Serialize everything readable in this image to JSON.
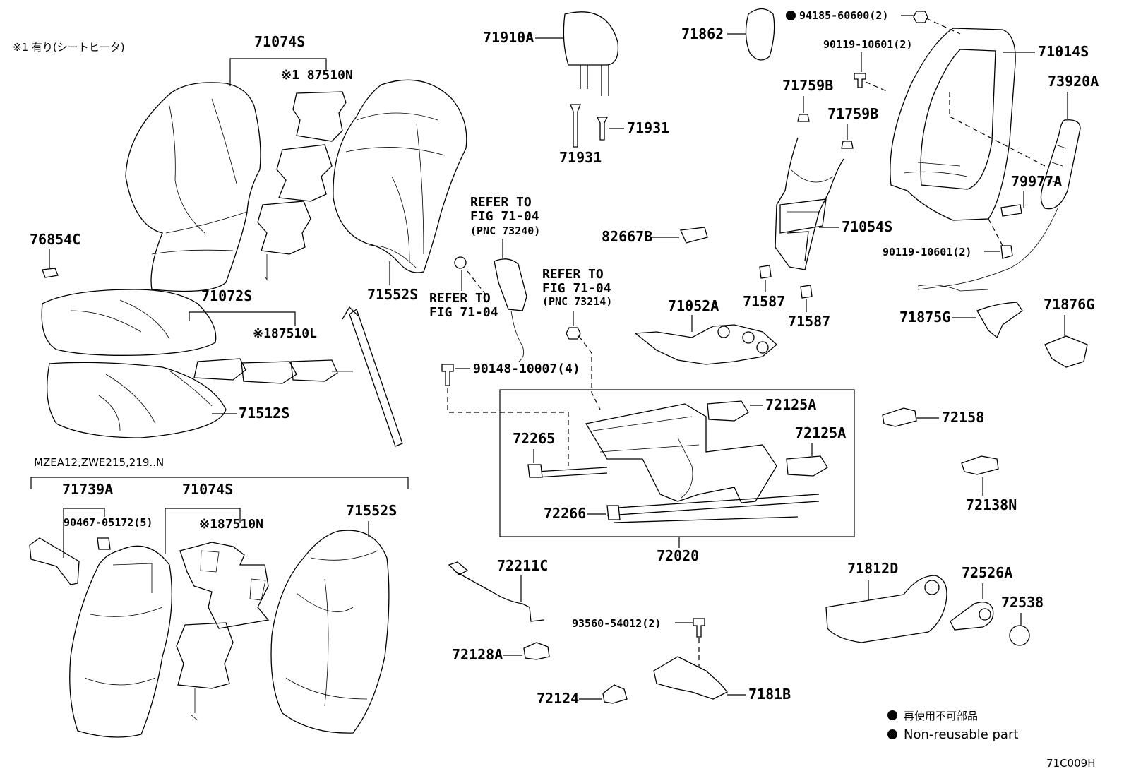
{
  "note_heater": "※1 有り(シートヒータ)",
  "variant_label": "MZEA12,ZWE215,219..N",
  "figure_code": "71C009H",
  "refer": {
    "upper_line1": "REFER TO",
    "upper_line2": "FIG 71-04",
    "upper_line3": "(PNC 73240)",
    "left_line1": "REFER TO",
    "left_line2": "FIG 71-04",
    "right_line1": "REFER TO",
    "right_line2": "FIG 71-04",
    "right_line3": "(PNC 73214)"
  },
  "legend": {
    "non_reusable_ja": "再使用不可部品",
    "non_reusable_en": "Non-reusable part"
  },
  "parts": {
    "p71074S_a": "71074S",
    "p87510N_a": "※1 87510N",
    "p76854C": "76854C",
    "p71072S": "71072S",
    "p87510L": "※187510L",
    "p71512S": "71512S",
    "p71552S_a": "71552S",
    "p71910A": "71910A",
    "p71931_a": "71931",
    "p71931_b": "71931",
    "p71862": "71862",
    "p94185": "94185-60600(2)",
    "p90119_a": "90119-10601(2)",
    "p71014S": "71014S",
    "p73920A": "73920A",
    "p71759B_a": "71759B",
    "p71759B_b": "71759B",
    "p79977A": "79977A",
    "p82667B": "82667B",
    "p71054S": "71054S",
    "p90119_b": "90119-10601(2)",
    "p71587_a": "71587",
    "p71587_b": "71587",
    "p71052A": "71052A",
    "p71875G": "71875G",
    "p71876G": "71876G",
    "p90148": "90148-10007(4)",
    "p72125A_a": "72125A",
    "p72125A_b": "72125A",
    "p72158": "72158",
    "p72265": "72265",
    "p72266": "72266",
    "p72020": "72020",
    "p72138N": "72138N",
    "p71739A": "71739A",
    "p71074S_b": "71074S",
    "p90467": "90467-05172(5)",
    "p87510N_b": "※187510N",
    "p71552S_b": "71552S",
    "p72211C": "72211C",
    "p93560": "93560-54012(2)",
    "p72128A": "72128A",
    "p72124": "72124",
    "p7181B": "7181B",
    "p71812D": "71812D",
    "p72526A": "72526A",
    "p72538": "72538"
  }
}
